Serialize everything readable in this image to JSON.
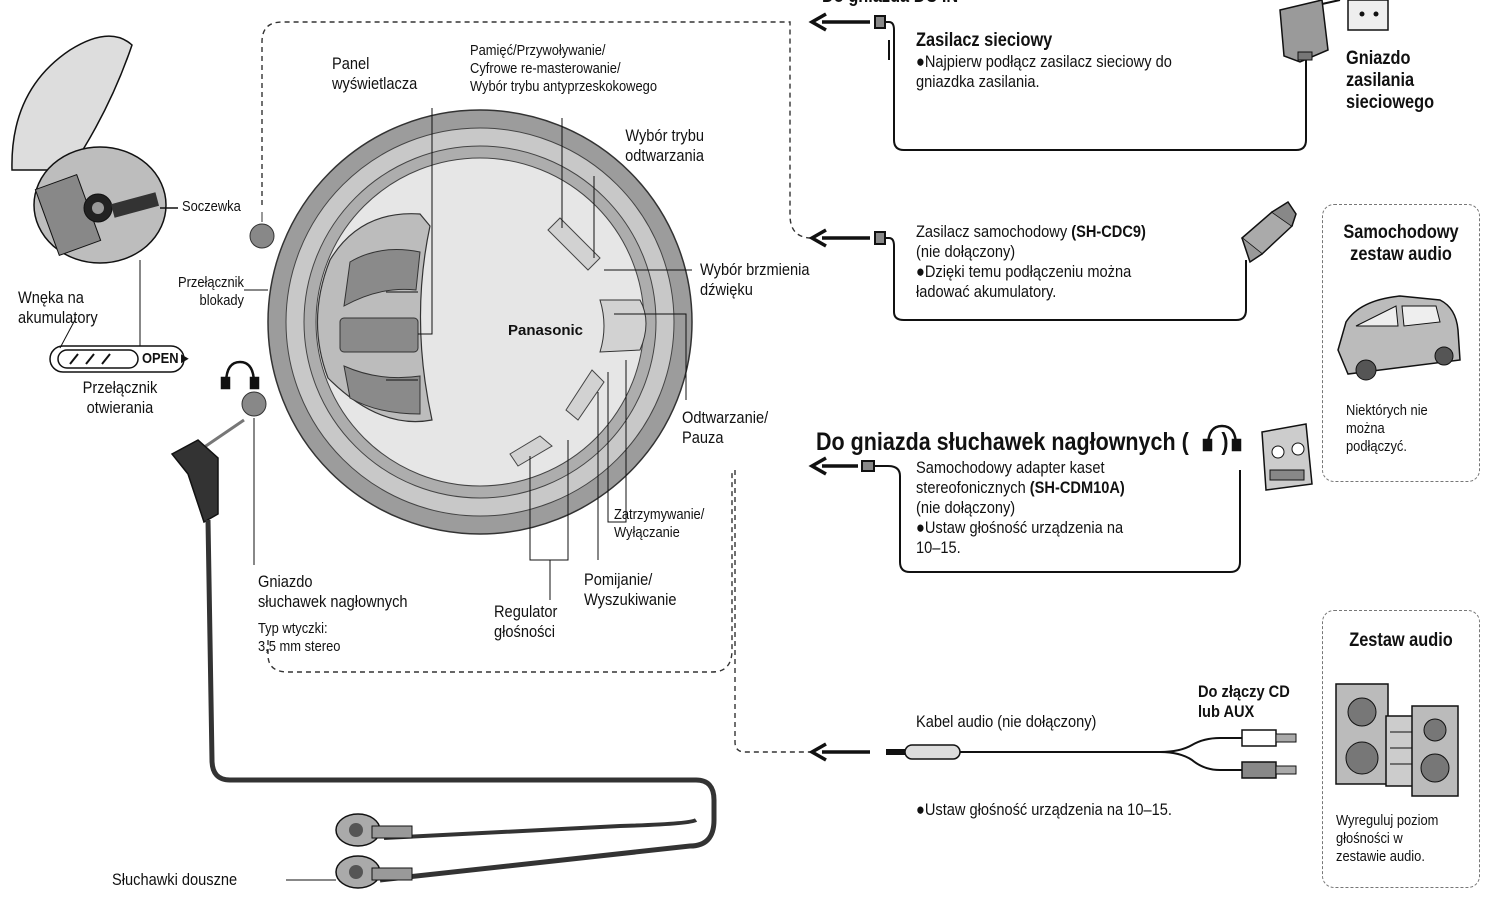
{
  "title": "Połączenia",
  "player": {
    "brand": "Panasonic",
    "display_panel": "Panel\nwyświetlacza",
    "memory_modes": "Pamięć/Przywoływanie/\nCyfrowe re-masterowanie/\nWybór trybu antyprzeskokowego",
    "play_mode": "Wybór trybu\nodtwarzania",
    "sound": "Wybór brzmienia\ndźwięku",
    "play_pause": "Odtwarzanie/\nPauza",
    "stop_off": "Zatrzymywanie/\nWyłączanie",
    "skip_search": "Pomijanie/\nWyszukiwanie",
    "volume": "Regulator\ngłośności",
    "headphone_jack": "Gniazdo\nsłuchawek nagłownych",
    "plug_type": "Typ wtyczki:\n3,5 mm stereo",
    "lens": "Soczewka",
    "hold": "Przełącznik\nblokady",
    "battery": "Wnęka na\nakumulatory",
    "open_switch": "Przełącznik\notwierania",
    "open_label": "OPEN►",
    "earphones": "Słuchawki douszne"
  },
  "dc_in": {
    "heading": "Do gniazda DC IN",
    "ac_adaptor": {
      "title": "Zasilacz sieciowy",
      "note": "●Najpierw podłącz zasilacz sieciowy do\n  gniazdka zasilania."
    },
    "outlet": "Gniazdo\nzasilania\nsieciowego",
    "car_adaptor": {
      "name": "Zasilacz samochodowy ",
      "model": "(SH-CDC9)",
      "rest": "(nie dołączony)\n●Dzięki temu podłączeniu można\n  ładować akumulatory."
    },
    "car_audio": {
      "title": "Samochodowy\nzestaw audio",
      "note": "Niektórych nie\nmożna\npodłączyć."
    }
  },
  "phones": {
    "heading": "Do gniazda słuchawek nagłownych (",
    "heading_end": ")",
    "cassette": {
      "name": "Samochodowy adapter kaset\nstereofonicznych ",
      "model": "(SH-CDM10A)",
      "rest": "(nie dołączony)\n●Ustaw głośność urządzenia na\n  10–15."
    },
    "audio_cable": "Kabel audio (nie dołączony)",
    "cd_aux": "Do złączy CD\nlub AUX",
    "volume_note": "●Ustaw głośność urządzenia na 10–15.",
    "system": {
      "title": "Zestaw audio",
      "note": "Wyreguluj poziom\ngłośności w\nzestawie audio."
    }
  },
  "colors": {
    "ink": "#111111",
    "grey_dark": "#7a7a7a",
    "grey_mid": "#a9a9a9",
    "grey_light": "#d6d6d6"
  }
}
